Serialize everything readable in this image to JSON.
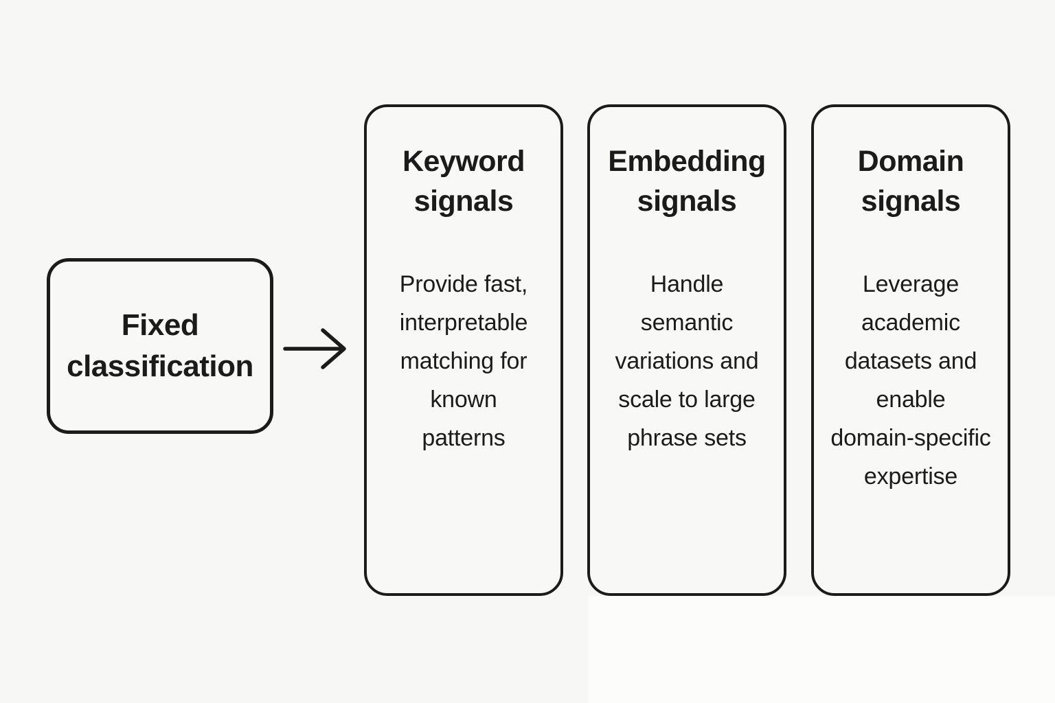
{
  "page": {
    "background_color": "#f7f7f5",
    "ink_color": "#1b1b1b"
  },
  "source_node": {
    "label": "Fixed\nclassification"
  },
  "arrow": {
    "meaning": "flows-into"
  },
  "cards": [
    {
      "title": "Keyword\nsignals",
      "body": "Provide fast,\ninterpretable\nmatching for\nknown\npatterns"
    },
    {
      "title": "Embedding\nsignals",
      "body": "Handle\nsemantic\nvariations and\nscale to large\nphrase sets"
    },
    {
      "title": "Domain\nsignals",
      "body": "Leverage\nacademic\ndatasets and\nenable\ndomain-specific\nexpertise"
    }
  ]
}
